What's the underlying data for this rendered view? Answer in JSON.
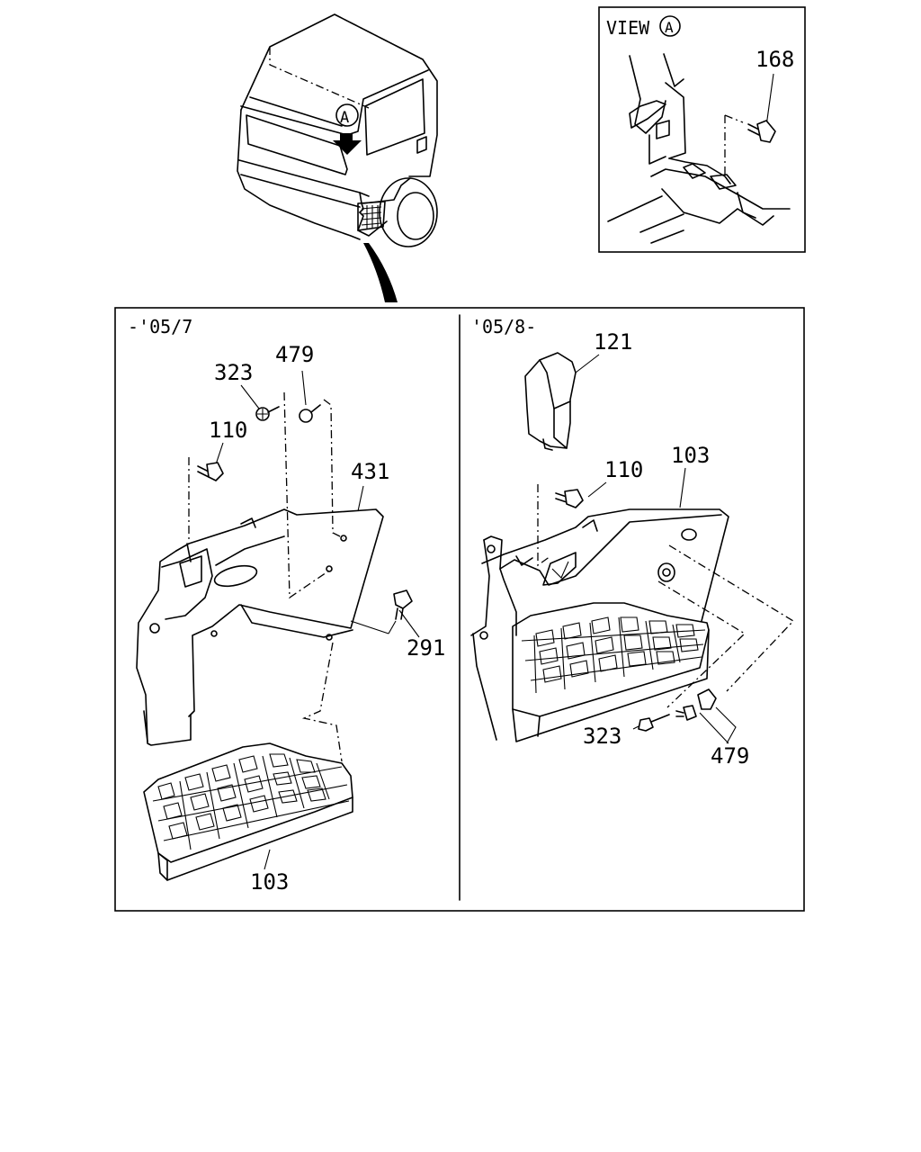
{
  "view_box": {
    "header": "VIEW",
    "marker": "A",
    "part": "168"
  },
  "truck": {
    "marker": "A"
  },
  "left_panel": {
    "header": "-'05/7",
    "parts": [
      "323",
      "479",
      "110",
      "431",
      "291",
      "103"
    ]
  },
  "right_panel": {
    "header": "'05/8-",
    "parts": [
      "121",
      "110",
      "103",
      "323",
      "479"
    ]
  }
}
